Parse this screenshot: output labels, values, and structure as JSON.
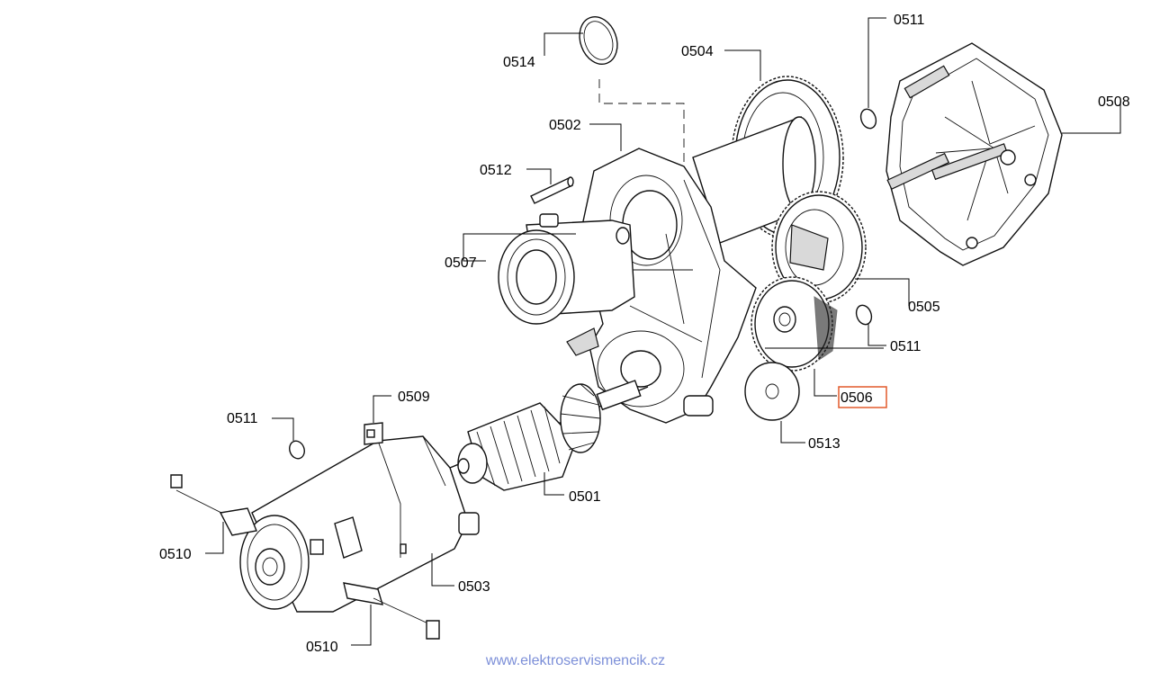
{
  "diagram": {
    "labels": {
      "l0514": "0514",
      "l0504": "0504",
      "l0511a": "0511",
      "l0508": "0508",
      "l0502": "0502",
      "l0512": "0512",
      "l0507": "0507",
      "l0505": "0505",
      "l0511b": "0511",
      "l0506": "0506",
      "l0513": "0513",
      "l0511c": "0511",
      "l0509": "0509",
      "l0501": "0501",
      "l0510a": "0510",
      "l0503": "0503",
      "l0510b": "0510"
    },
    "highlight_color": "#e25a2c"
  },
  "footer": {
    "watermark": "www.elektroservismencik.cz"
  }
}
